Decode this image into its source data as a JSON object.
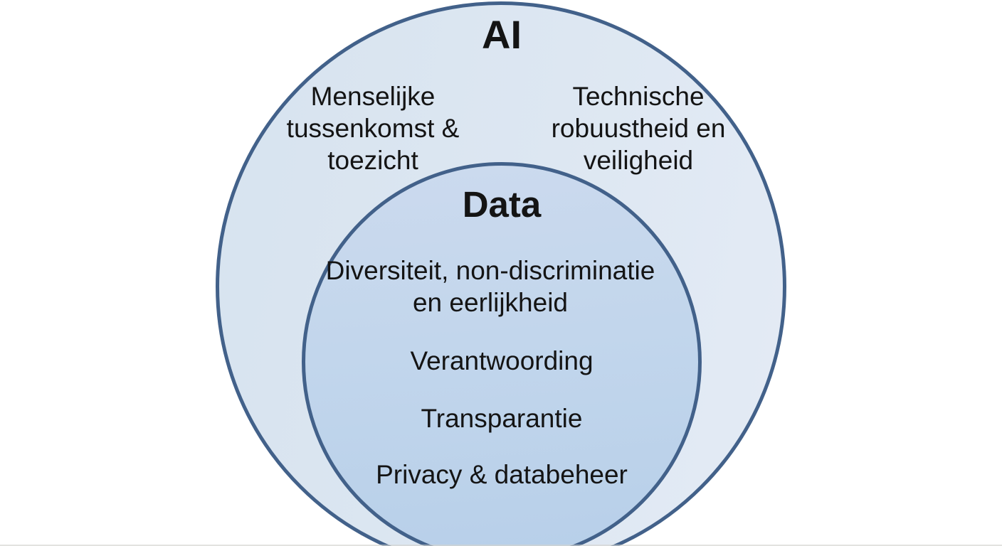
{
  "diagram": {
    "type": "nested-euler-diagram",
    "background_color": "#ffffff",
    "colors": {
      "circle_border": "#42618a",
      "outer_circle_fill": "#dde7f2",
      "inner_circle_fill": "#c0d4ea",
      "text": "#141414"
    },
    "outer_circle": {
      "title": "AI",
      "labels": [
        {
          "position": "top-left",
          "text": "Menselijke tussenkomst & toezicht",
          "lines": [
            "Menselijke",
            "tussenkomst &",
            "toezicht"
          ]
        },
        {
          "position": "top-right",
          "text": "Technische robuustheid en veiligheid",
          "lines": [
            "Technische",
            "robuustheid en",
            "veiligheid"
          ]
        }
      ]
    },
    "inner_circle": {
      "title": "Data",
      "items": [
        {
          "text": "Diversiteit, non-discriminatie en eerlijkheid",
          "lines": [
            "Diversiteit, non-discriminatie",
            "en eerlijkheid"
          ]
        },
        {
          "text": "Verantwoording",
          "lines": [
            "Verantwoording"
          ]
        },
        {
          "text": "Transparantie",
          "lines": [
            "Transparantie"
          ]
        },
        {
          "text": "Privacy & databeheer",
          "lines": [
            "Privacy & databeheer"
          ]
        }
      ]
    }
  }
}
